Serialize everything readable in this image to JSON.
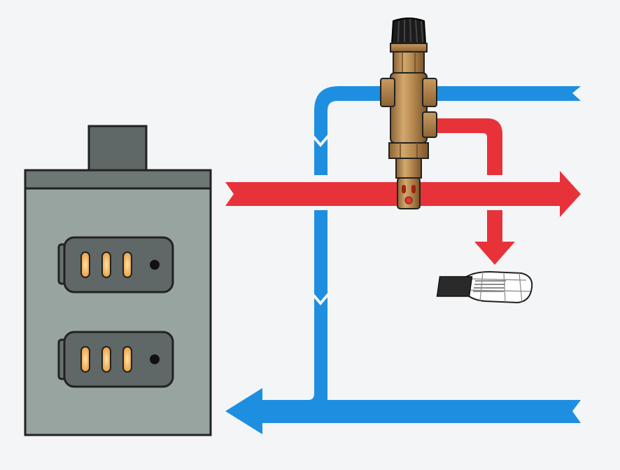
{
  "diagram": {
    "components": {
      "boiler": {
        "firebox_doors": 2,
        "glow_bars_per_door": 3
      },
      "thermal_valve": {
        "knob": "black-ribbed-knob"
      },
      "floor_drain": {
        "icon": "drain-grate-icon"
      }
    },
    "flows": [
      {
        "id": "cold-supply-in",
        "color": "#1e8fe0",
        "direction": "right-to-left"
      },
      {
        "id": "cold-down-to-return",
        "color": "#1e8fe0",
        "direction": "downward"
      },
      {
        "id": "hot-out",
        "color": "#e8323a",
        "direction": "left-to-right"
      },
      {
        "id": "hot-discharge-to-drain",
        "color": "#e8323a",
        "direction": "downward"
      },
      {
        "id": "cold-return-to-boiler",
        "color": "#1e8fe0",
        "direction": "right-to-left"
      }
    ],
    "colors": {
      "background": "#f4f5f7",
      "cold_pipe": "#1e8fe0",
      "hot_pipe": "#e8323a",
      "boiler_body": "#98a4a0",
      "boiler_outline": "#222222",
      "brass": "#b88a52",
      "glow": "#f2b25a"
    }
  }
}
